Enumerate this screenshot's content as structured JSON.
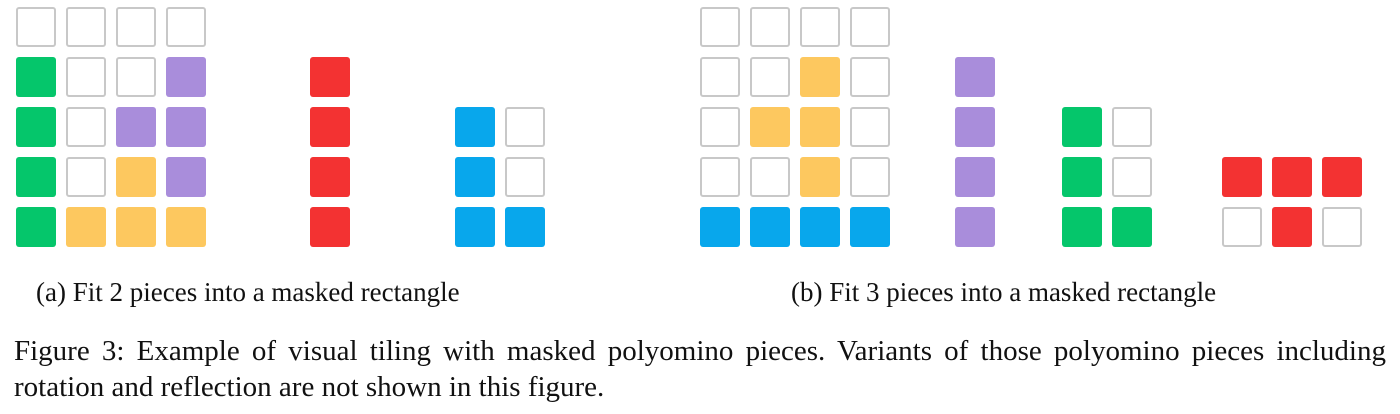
{
  "colors": {
    "G": "#05c66b",
    "P": "#a98ddb",
    "Y": "#fdc85f",
    "R": "#f33232",
    "B": "#08a7ec",
    "empty_border": "#c8c8c8"
  },
  "panel_a": {
    "caption": "(a) Fit 2 pieces into a masked rectangle",
    "board": [
      "....",
      "G..P",
      "G.PP",
      "G.YP",
      "GYYY"
    ],
    "pieces": [
      [
        "R",
        "R",
        "R",
        "R"
      ],
      [
        "B.",
        "B.",
        "BB"
      ]
    ]
  },
  "panel_b": {
    "caption": "(b) Fit 3 pieces into a masked rectangle",
    "board": [
      "....",
      "..Y.",
      ".YY.",
      "..Y.",
      "BBBB"
    ],
    "pieces": [
      [
        "P",
        "P",
        "P",
        "P"
      ],
      [
        "G.",
        "G.",
        "GG"
      ],
      [
        "RRR",
        ".R."
      ]
    ]
  },
  "figure_caption": "Figure 3: Example of visual tiling with masked polyomino pieces. Variants of those polyomino pieces including rotation and reflection are not shown in this figure."
}
